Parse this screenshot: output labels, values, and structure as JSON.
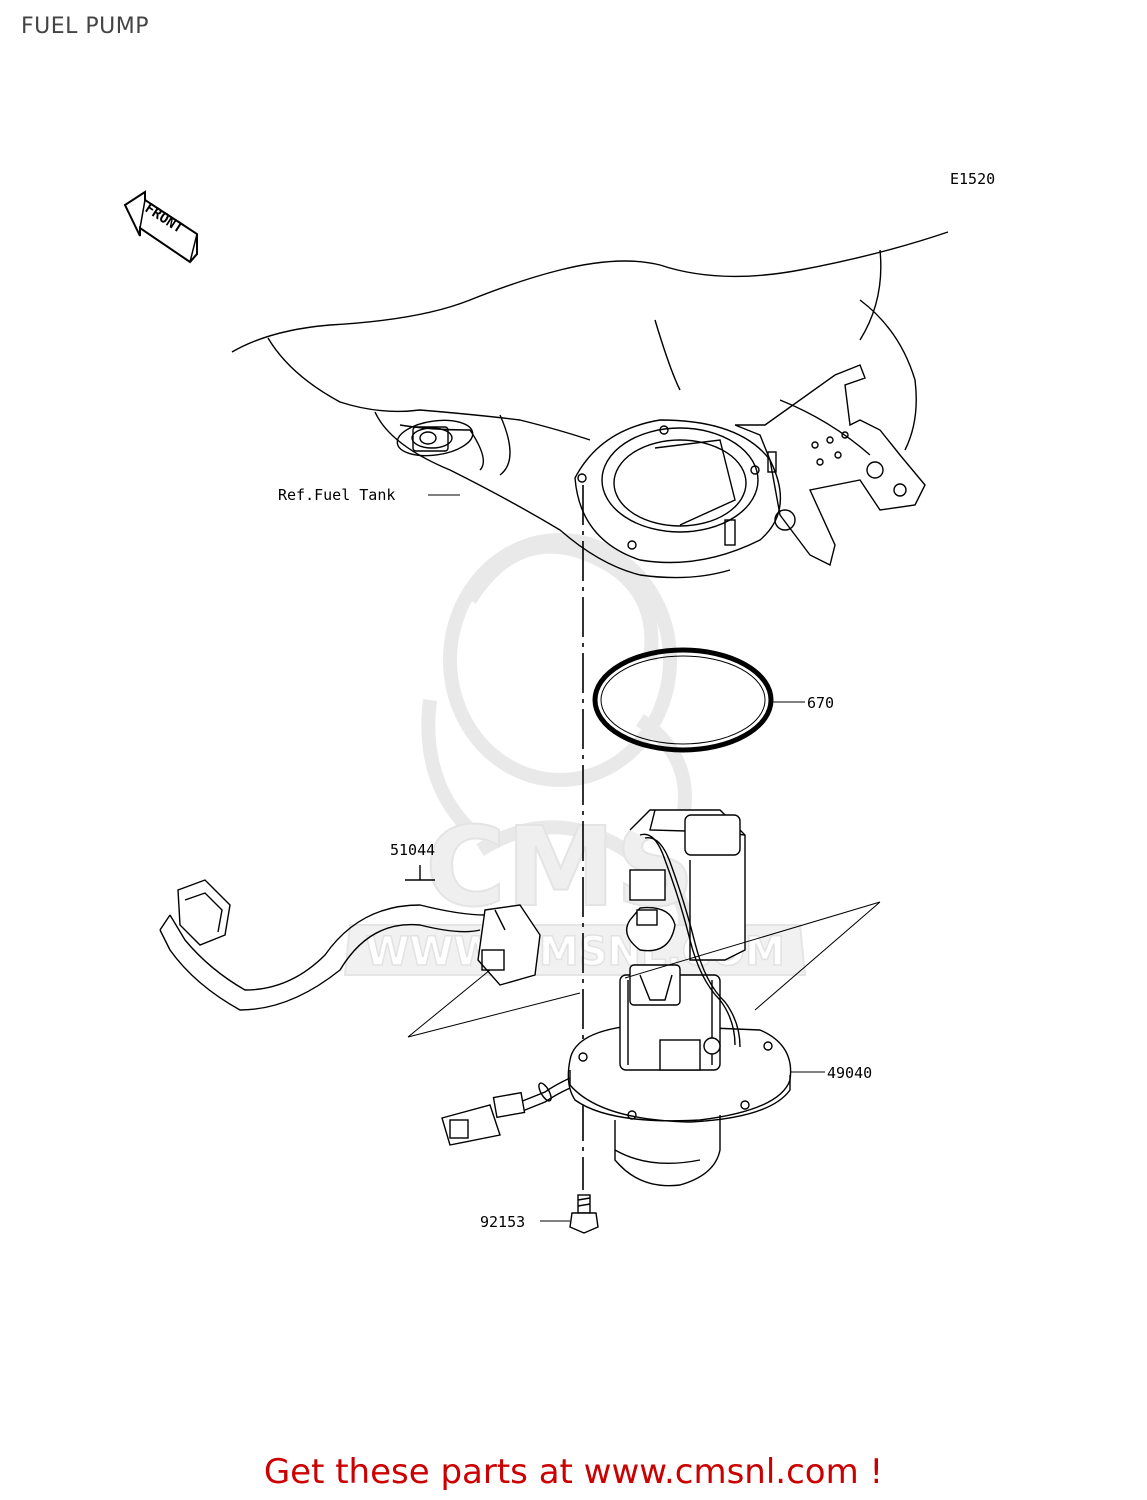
{
  "page": {
    "title": "FUEL PUMP",
    "figure_code": "E1520"
  },
  "direction_marker": {
    "text": "FRONT"
  },
  "callouts": [
    {
      "id": "ref-fuel-tank",
      "text": "Ref.Fuel Tank"
    },
    {
      "id": "670",
      "text": "670"
    },
    {
      "id": "51044",
      "text": "51044"
    },
    {
      "id": "49040",
      "text": "49040"
    },
    {
      "id": "92153",
      "text": "92153"
    }
  ],
  "watermark": {
    "brand": "CMS",
    "url": "WWW.CMSNL.COM",
    "color": "#d8d8d8"
  },
  "footer": {
    "text": "Get these parts at www.cmsnl.com !",
    "color": "#cc0000"
  }
}
